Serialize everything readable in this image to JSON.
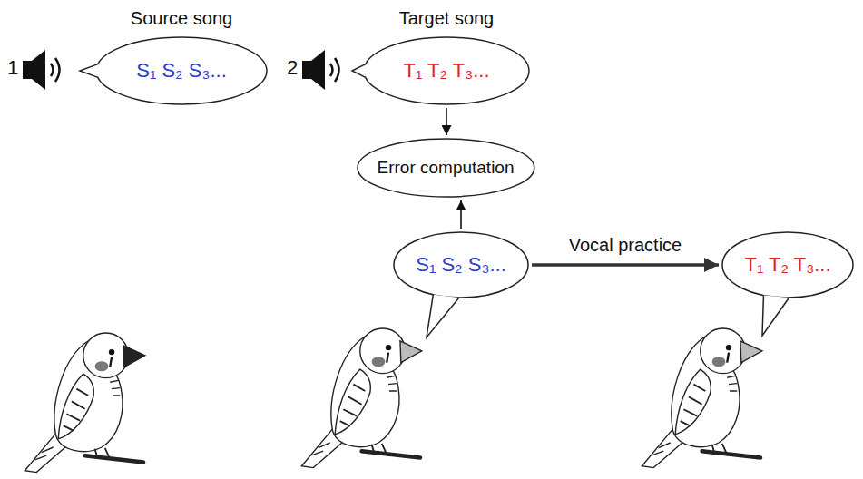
{
  "diagram": {
    "nodes": [
      {
        "text": [
          "Source song",
          "S₁ S₂ S₃..."
        ]
      },
      {
        "text": [
          "Target song",
          "T₁ T₂ T₃..."
        ]
      },
      {
        "text": [
          "Error computation"
        ]
      },
      {
        "text": [
          "S₁ S₂ S₃..."
        ]
      },
      {
        "text": [
          "T₁ T₂ T₃..."
        ]
      }
    ],
    "edges": [
      {
        "from": 1,
        "to": 2,
        "arrow": "to"
      },
      {
        "from": 3,
        "to": 2,
        "arrow": "to"
      },
      {
        "from": 3,
        "to": 4,
        "label": "Vocal practice",
        "arrow": "to"
      }
    ],
    "labels": [
      "1",
      "2"
    ]
  }
}
